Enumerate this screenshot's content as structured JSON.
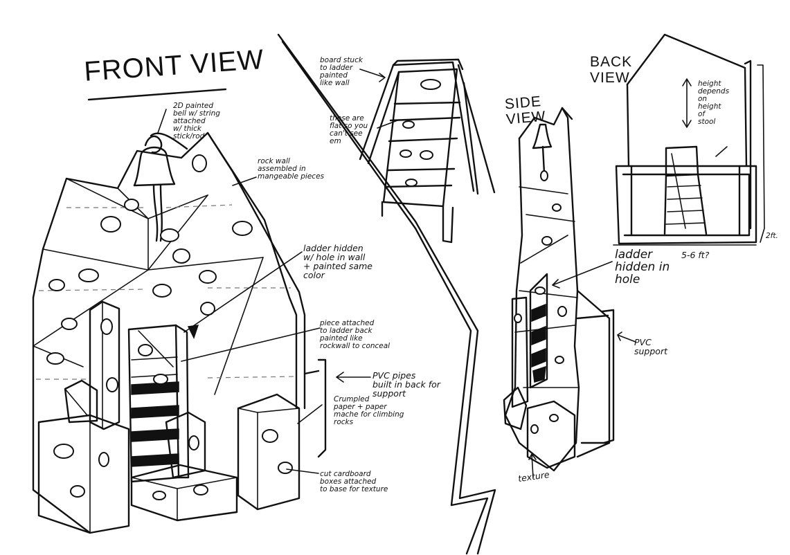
{
  "titles": {
    "front": "FRONT VIEW",
    "side": "SIDE\nVIEW",
    "back": "BACK\nVIEW"
  },
  "labels": {
    "bell": "2D painted\nbell w/ string\nattached\nw/ thick\nstick/rod",
    "rock_wall": "rock wall\nassembled in\nmangeable pieces",
    "ladder_front": "ladder hidden\nw/ hole in wall\n+ painted same\ncolor",
    "piece_attached": "piece attached\nto ladder back\npainted like\nrockwall to conceal",
    "pvc_pipes": "PVC pipes\nbuilt in back for\nsupport",
    "crumpled": "Crumpled\npaper + paper\nmache for climbing\nrocks",
    "cardboard": "cut cardboard\nboxes attached\nto base for texture",
    "board_stuck": "board stuck\nto ladder\npainted\nlike wall",
    "flat": "these are\nflat so you\ncan't see\nem",
    "ladder_side": "ladder\nhidden in\nhole",
    "pvc_support": "PVC\nsupport",
    "texture": "texture",
    "height": "height\ndepends\non\nheight\nof\nstool",
    "width": "5-6 ft?",
    "depth": "2ft."
  },
  "colors": {
    "ink": "#111111",
    "paper": "#ffffff",
    "guide": "#777777"
  }
}
